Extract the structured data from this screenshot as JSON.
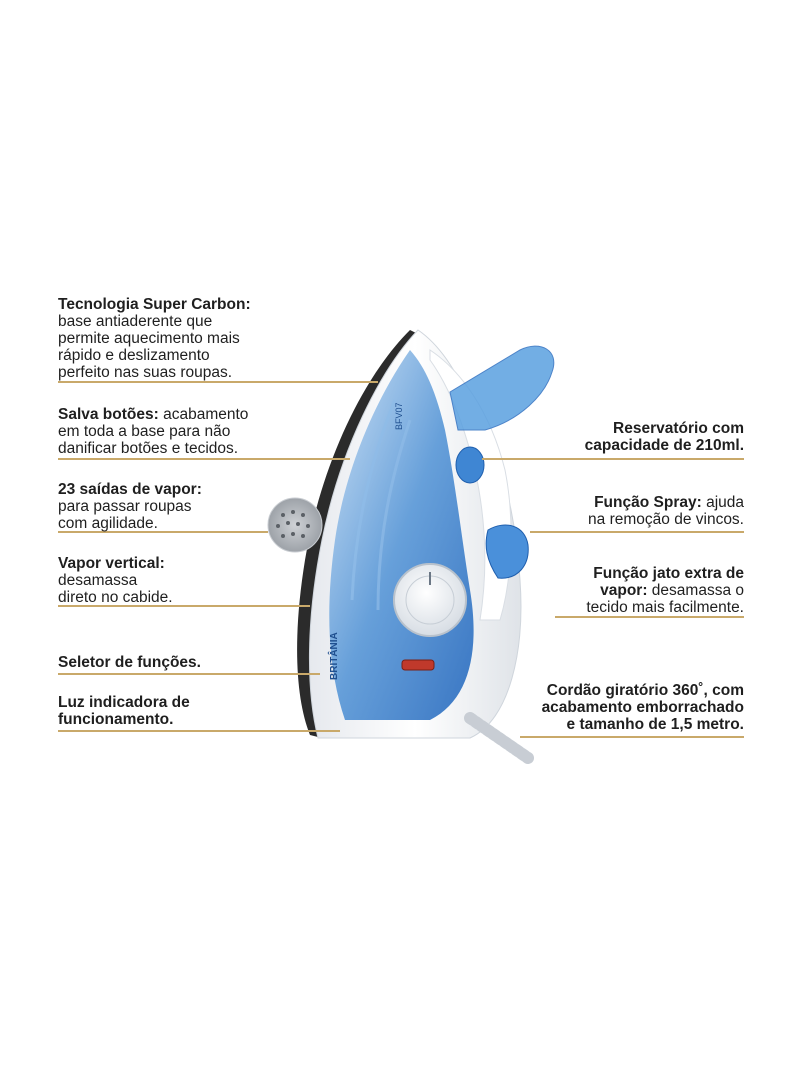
{
  "brand": {
    "name": "BRITÂNIA",
    "model": "BFV07"
  },
  "accent_line_color": "#c9a96a",
  "callouts": {
    "super_carbon": {
      "title": "Tecnologia Super Carbon:",
      "lines": [
        "base antiaderente que",
        "permite aquecimento mais",
        "rápido e deslizamento",
        "perfeito nas suas roupas."
      ]
    },
    "salva_botoes": {
      "title": "Salva botões:",
      "rest": " acabamento",
      "lines": [
        "em toda a base para não",
        "danificar botões e tecidos."
      ]
    },
    "saidas_vapor": {
      "title": "23 saídas de vapor:",
      "lines": [
        "para passar roupas",
        "com agilidade."
      ]
    },
    "vapor_vertical": {
      "title": "Vapor vertical:",
      "lines": [
        "desamassa",
        "direto no cabide."
      ]
    },
    "seletor": {
      "title": "Seletor de funções."
    },
    "luz": {
      "lines": [
        "Luz indicadora de",
        "funcionamento."
      ]
    },
    "reservatorio": {
      "lines": [
        "Reservatório com",
        "capacidade de 210ml."
      ]
    },
    "spray": {
      "title": "Função Spray:",
      "rest": " ajuda",
      "lines": [
        "na remoção de vincos."
      ]
    },
    "jato": {
      "line1": "Função jato extra de",
      "title2": "vapor:",
      "rest2": " desamassa o",
      "line3": "tecido mais facilmente."
    },
    "cordao": {
      "lines": [
        "Cordão giratório 360˚, com",
        "acabamento emborrachado",
        "e tamanho de 1,5 metro."
      ]
    }
  }
}
